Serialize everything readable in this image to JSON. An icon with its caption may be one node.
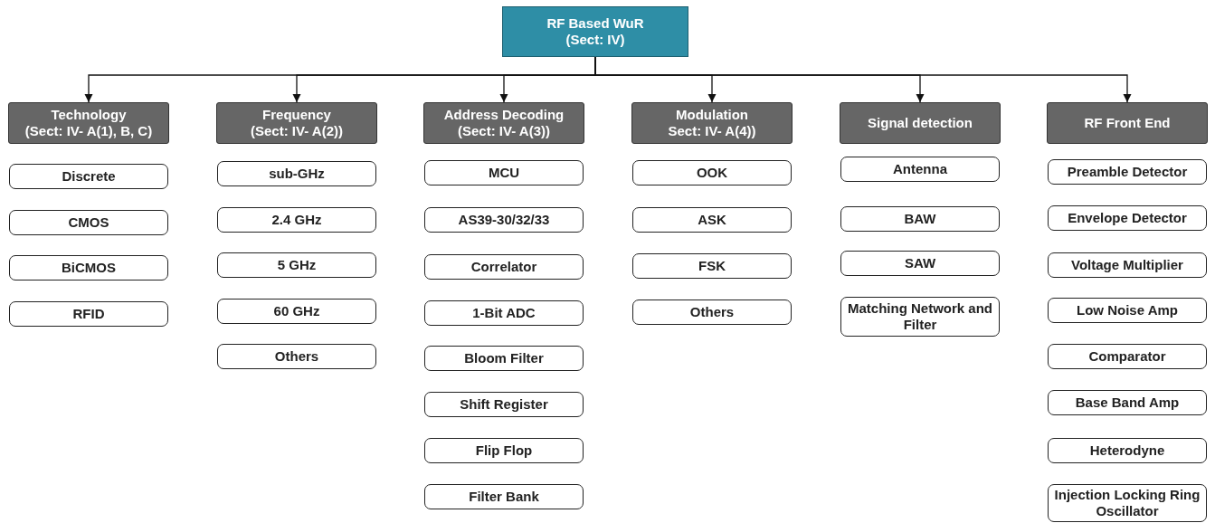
{
  "diagram": {
    "nodes": [
      {
        "text": [
          "RF Based WuR",
          "(Sect: IV)"
        ]
      },
      {
        "text": [
          "Technology",
          "(Sect: IV- A(1), B, C)"
        ]
      },
      {
        "text": [
          "Frequency",
          "(Sect: IV- A(2))"
        ]
      },
      {
        "text": [
          "Address Decoding",
          "(Sect: IV- A(3))"
        ]
      },
      {
        "text": [
          "Modulation",
          "Sect: IV- A(4))"
        ]
      },
      {
        "text": [
          "Signal detection"
        ]
      },
      {
        "text": [
          "RF Front End"
        ]
      },
      {
        "text": [
          "Discrete"
        ]
      },
      {
        "text": [
          "CMOS"
        ]
      },
      {
        "text": [
          "BiCMOS"
        ]
      },
      {
        "text": [
          "RFID"
        ]
      },
      {
        "text": [
          "sub-GHz"
        ]
      },
      {
        "text": [
          "2.4 GHz"
        ]
      },
      {
        "text": [
          "5 GHz"
        ]
      },
      {
        "text": [
          "60 GHz"
        ]
      },
      {
        "text": [
          "Others"
        ]
      },
      {
        "text": [
          "MCU"
        ]
      },
      {
        "text": [
          "AS39-30/32/33"
        ]
      },
      {
        "text": [
          "Correlator"
        ]
      },
      {
        "text": [
          "1-Bit ADC"
        ]
      },
      {
        "text": [
          "Bloom Filter"
        ]
      },
      {
        "text": [
          "Shift Register"
        ]
      },
      {
        "text": [
          "Flip Flop"
        ]
      },
      {
        "text": [
          "Filter Bank"
        ]
      },
      {
        "text": [
          "OOK"
        ]
      },
      {
        "text": [
          "ASK"
        ]
      },
      {
        "text": [
          "FSK"
        ]
      },
      {
        "text": [
          "Others"
        ]
      },
      {
        "text": [
          "Antenna"
        ]
      },
      {
        "text": [
          "BAW"
        ]
      },
      {
        "text": [
          "SAW"
        ]
      },
      {
        "text": [
          "Matching Network and Filter"
        ]
      },
      {
        "text": [
          "Preamble Detector"
        ]
      },
      {
        "text": [
          "Envelope Detector"
        ]
      },
      {
        "text": [
          "Voltage Multiplier"
        ]
      },
      {
        "text": [
          "Low Noise Amp"
        ]
      },
      {
        "text": [
          "Comparator"
        ]
      },
      {
        "text": [
          "Base Band Amp"
        ]
      },
      {
        "text": [
          "Heterodyne"
        ]
      },
      {
        "text": [
          "Injection Locking Ring Oscillator"
        ]
      }
    ],
    "edges": [
      {
        "from": 0,
        "to": 1,
        "arrow": "to"
      },
      {
        "from": 0,
        "to": 2,
        "arrow": "to"
      },
      {
        "from": 0,
        "to": 3,
        "arrow": "to"
      },
      {
        "from": 0,
        "to": 4,
        "arrow": "to"
      },
      {
        "from": 0,
        "to": 5,
        "arrow": "to"
      },
      {
        "from": 0,
        "to": 6,
        "arrow": "to"
      }
    ]
  }
}
